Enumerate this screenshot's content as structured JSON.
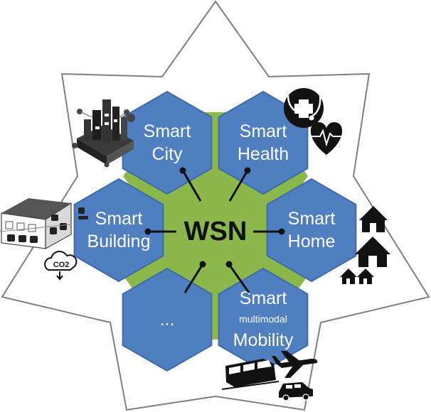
{
  "center": {
    "label": "WSN"
  },
  "hexagons": [
    {
      "id": "city",
      "lines": [
        "Smart",
        "City"
      ]
    },
    {
      "id": "health",
      "lines": [
        "Smart",
        "Health"
      ]
    },
    {
      "id": "building",
      "lines": [
        "Smart",
        "Building"
      ]
    },
    {
      "id": "home",
      "lines": [
        "Smart",
        "Home"
      ]
    },
    {
      "id": "more",
      "lines": [
        "..."
      ]
    },
    {
      "id": "mobility",
      "lines": [
        "Smart",
        "multimodal",
        "Mobility"
      ]
    }
  ],
  "badges": {
    "co2": "CO2"
  },
  "colors": {
    "hex_fill": "#4f7fc1",
    "hex_stroke": "#3f6ba8",
    "center_green": "#8bb84a",
    "star_stroke": "#7f7f7f"
  },
  "icons": [
    "smart-city-illustration-icon",
    "stethoscope-cross-icon",
    "heart-pulse-icon",
    "building-sensors-icon",
    "co2-cloud-icon",
    "house-icon",
    "tram-icon",
    "airplane-icon",
    "car-icon"
  ]
}
